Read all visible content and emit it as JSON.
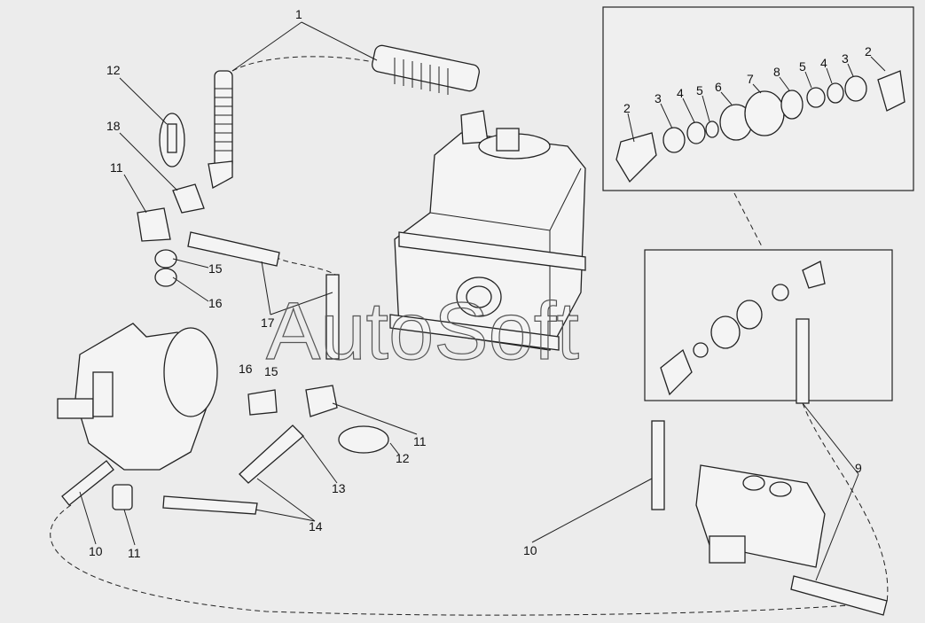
{
  "watermark": "AutoSoft",
  "labels": {
    "main": [
      "1",
      "12",
      "18",
      "11",
      "15",
      "16",
      "17",
      "16",
      "15",
      "11",
      "12",
      "13",
      "14",
      "10",
      "11",
      "10",
      "9"
    ],
    "inset": [
      "2",
      "3",
      "4",
      "5",
      "6",
      "7",
      "8",
      "5",
      "4",
      "3",
      "2"
    ]
  }
}
